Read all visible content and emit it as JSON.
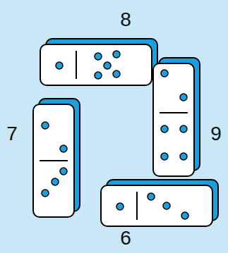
{
  "diagram": {
    "labels": [
      "8",
      "7",
      "9",
      "6"
    ]
  }
}
